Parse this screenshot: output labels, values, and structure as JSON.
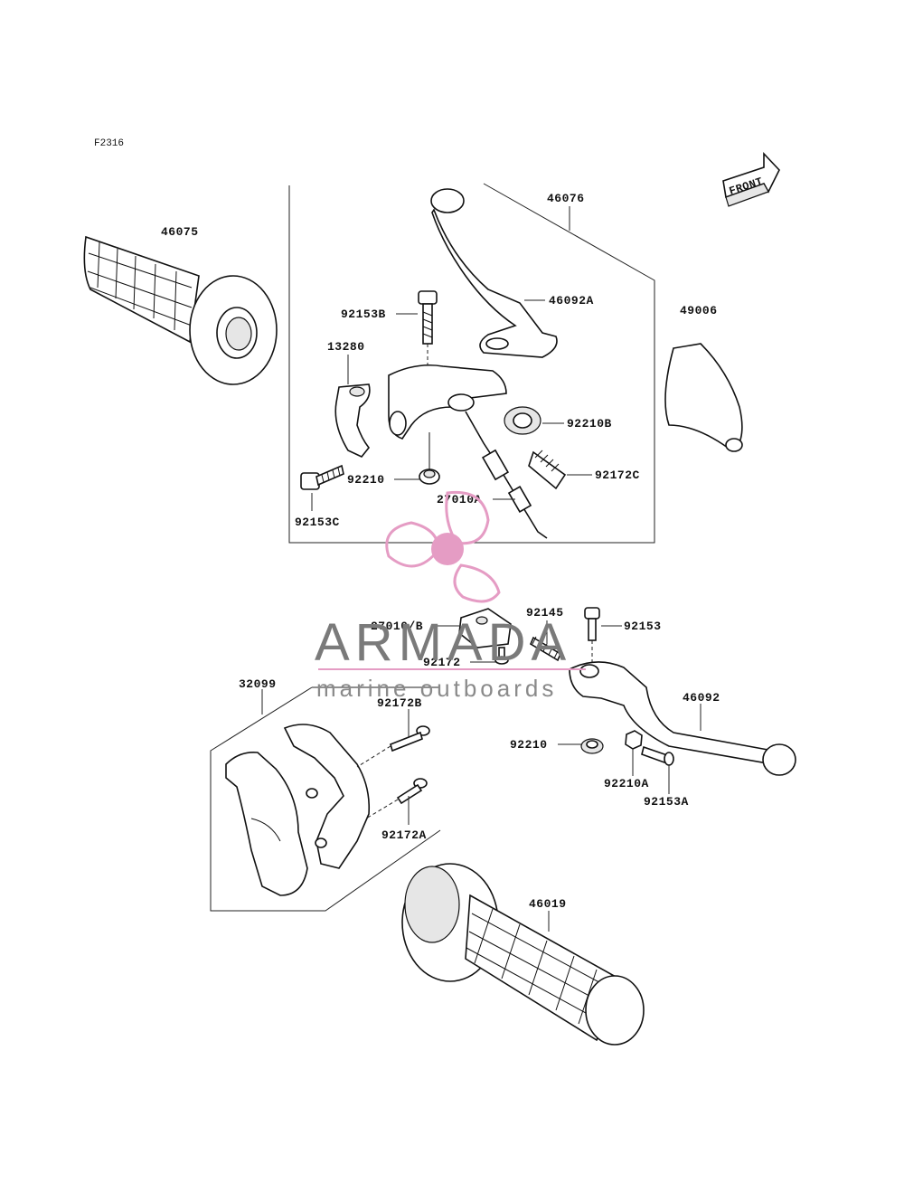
{
  "figure_id": "F2316",
  "direction_badge": "FRONT",
  "watermark": {
    "brand": "ARMADA",
    "tagline": "marine outboards",
    "color": "#e59cc4"
  },
  "part_labels": {
    "p46076": "46076",
    "p46075": "46075",
    "p46092A": "46092A",
    "p49006": "49006",
    "p92153B": "92153B",
    "p13280": "13280",
    "p92210B": "92210B",
    "p92210_top": "92210",
    "p92172C": "92172C",
    "p27010A": "27010A",
    "p92153C": "92153C",
    "p92145": "92145",
    "p27010B": "27010/B",
    "p92153": "92153",
    "p92172": "92172",
    "p32099": "32099",
    "p92172B": "92172B",
    "p46092": "46092",
    "p92210_bottom": "92210",
    "p92210A": "92210A",
    "p92153A": "92153A",
    "p92172A": "92172A",
    "p46019": "46019"
  }
}
